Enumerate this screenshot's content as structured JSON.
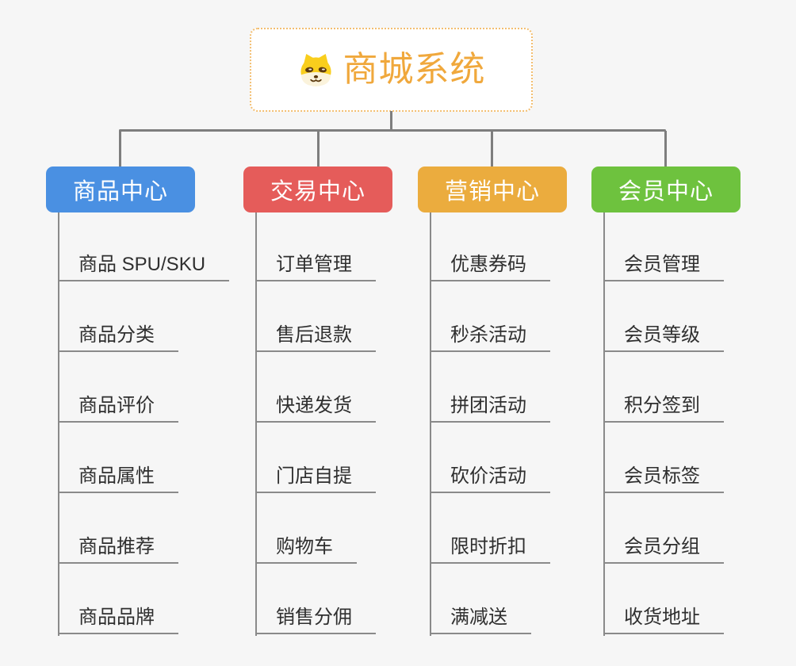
{
  "root": {
    "title": "商城系统",
    "icon": "dog-icon",
    "accent_color": "#f0a83c",
    "border_color": "#f3be70"
  },
  "colors": {
    "background": "#f6f6f6",
    "connector": "#7e7e7e",
    "underline": "#8a8a8a"
  },
  "branches": [
    {
      "label": "商品中心",
      "color": "#4a90e2",
      "items": [
        "商品 SPU/SKU",
        "商品分类",
        "商品评价",
        "商品属性",
        "商品推荐",
        "商品品牌"
      ]
    },
    {
      "label": "交易中心",
      "color": "#e55c5a",
      "items": [
        "订单管理",
        "售后退款",
        "快递发货",
        "门店自提",
        "购物车",
        "销售分佣"
      ]
    },
    {
      "label": "营销中心",
      "color": "#ebac3e",
      "items": [
        "优惠券码",
        "秒杀活动",
        "拼团活动",
        "砍价活动",
        "限时折扣",
        "满减送"
      ]
    },
    {
      "label": "会员中心",
      "color": "#6ec23e",
      "items": [
        "会员管理",
        "会员等级",
        "积分签到",
        "会员标签",
        "会员分组",
        "收货地址"
      ]
    }
  ]
}
